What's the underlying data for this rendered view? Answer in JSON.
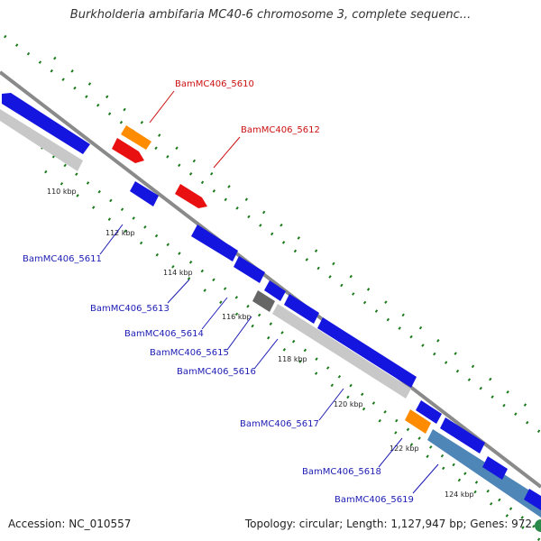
{
  "title": "Burkholderia ambifaria MC40-6 chromosome 3, complete sequenc...",
  "footer": {
    "accession": "Accession: NC_010557",
    "topology": "Topology: circular; Length: 1,127,947 bp; Genes: 972"
  },
  "colors": {
    "forward_gene": "#1515e0",
    "rna_gene": "#ff8c00",
    "red_gene": "#e81010",
    "pseudo_gene": "#bfbfbf",
    "cds_blue": "#4f86b8",
    "dark_gene": "#666666",
    "backbone": "#8a8a8a",
    "gc_dots": "#1a7a1a"
  },
  "ticks": [
    "110 kbp",
    "112 kbp",
    "114 kbp",
    "116 kbp",
    "118 kbp",
    "120 kbp",
    "122 kbp",
    "124 kbp"
  ],
  "gene_labels": [
    {
      "text": "BamMC406_5610",
      "highlight": true
    },
    {
      "text": "BamMC406_5612",
      "highlight": true
    },
    {
      "text": "BamMC406_5611",
      "highlight": false
    },
    {
      "text": "BamMC406_5613",
      "highlight": false
    },
    {
      "text": "BamMC406_5614",
      "highlight": false
    },
    {
      "text": "BamMC406_5615",
      "highlight": false
    },
    {
      "text": "BamMC406_5616",
      "highlight": false
    },
    {
      "text": "BamMC406_5617",
      "highlight": false
    },
    {
      "text": "BamMC406_5618",
      "highlight": false
    },
    {
      "text": "BamMC406_5619",
      "highlight": false
    }
  ]
}
